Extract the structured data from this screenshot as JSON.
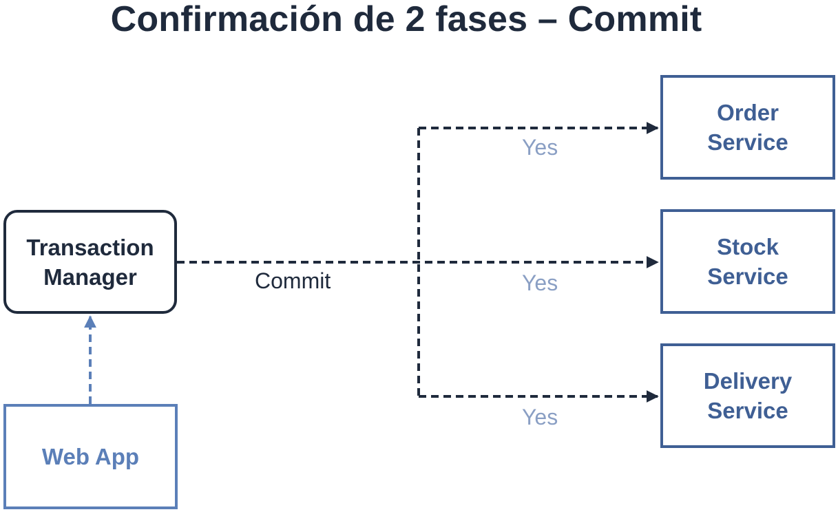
{
  "title": "Confirmación de 2 fases – Commit",
  "transaction_manager": {
    "label": "Transaction\nManager"
  },
  "web_app": {
    "label": "Web App"
  },
  "services": [
    {
      "label": "Order\nService",
      "response": "Yes"
    },
    {
      "label": "Stock\nService",
      "response": "Yes"
    },
    {
      "label": "Delivery\nService",
      "response": "Yes"
    }
  ],
  "edges": {
    "commit_label": "Commit"
  },
  "colors": {
    "dark": "#1f2a3c",
    "service_border": "#3f5f94",
    "web_app": "#5b7fb8",
    "response_text": "#8a9fc4"
  }
}
